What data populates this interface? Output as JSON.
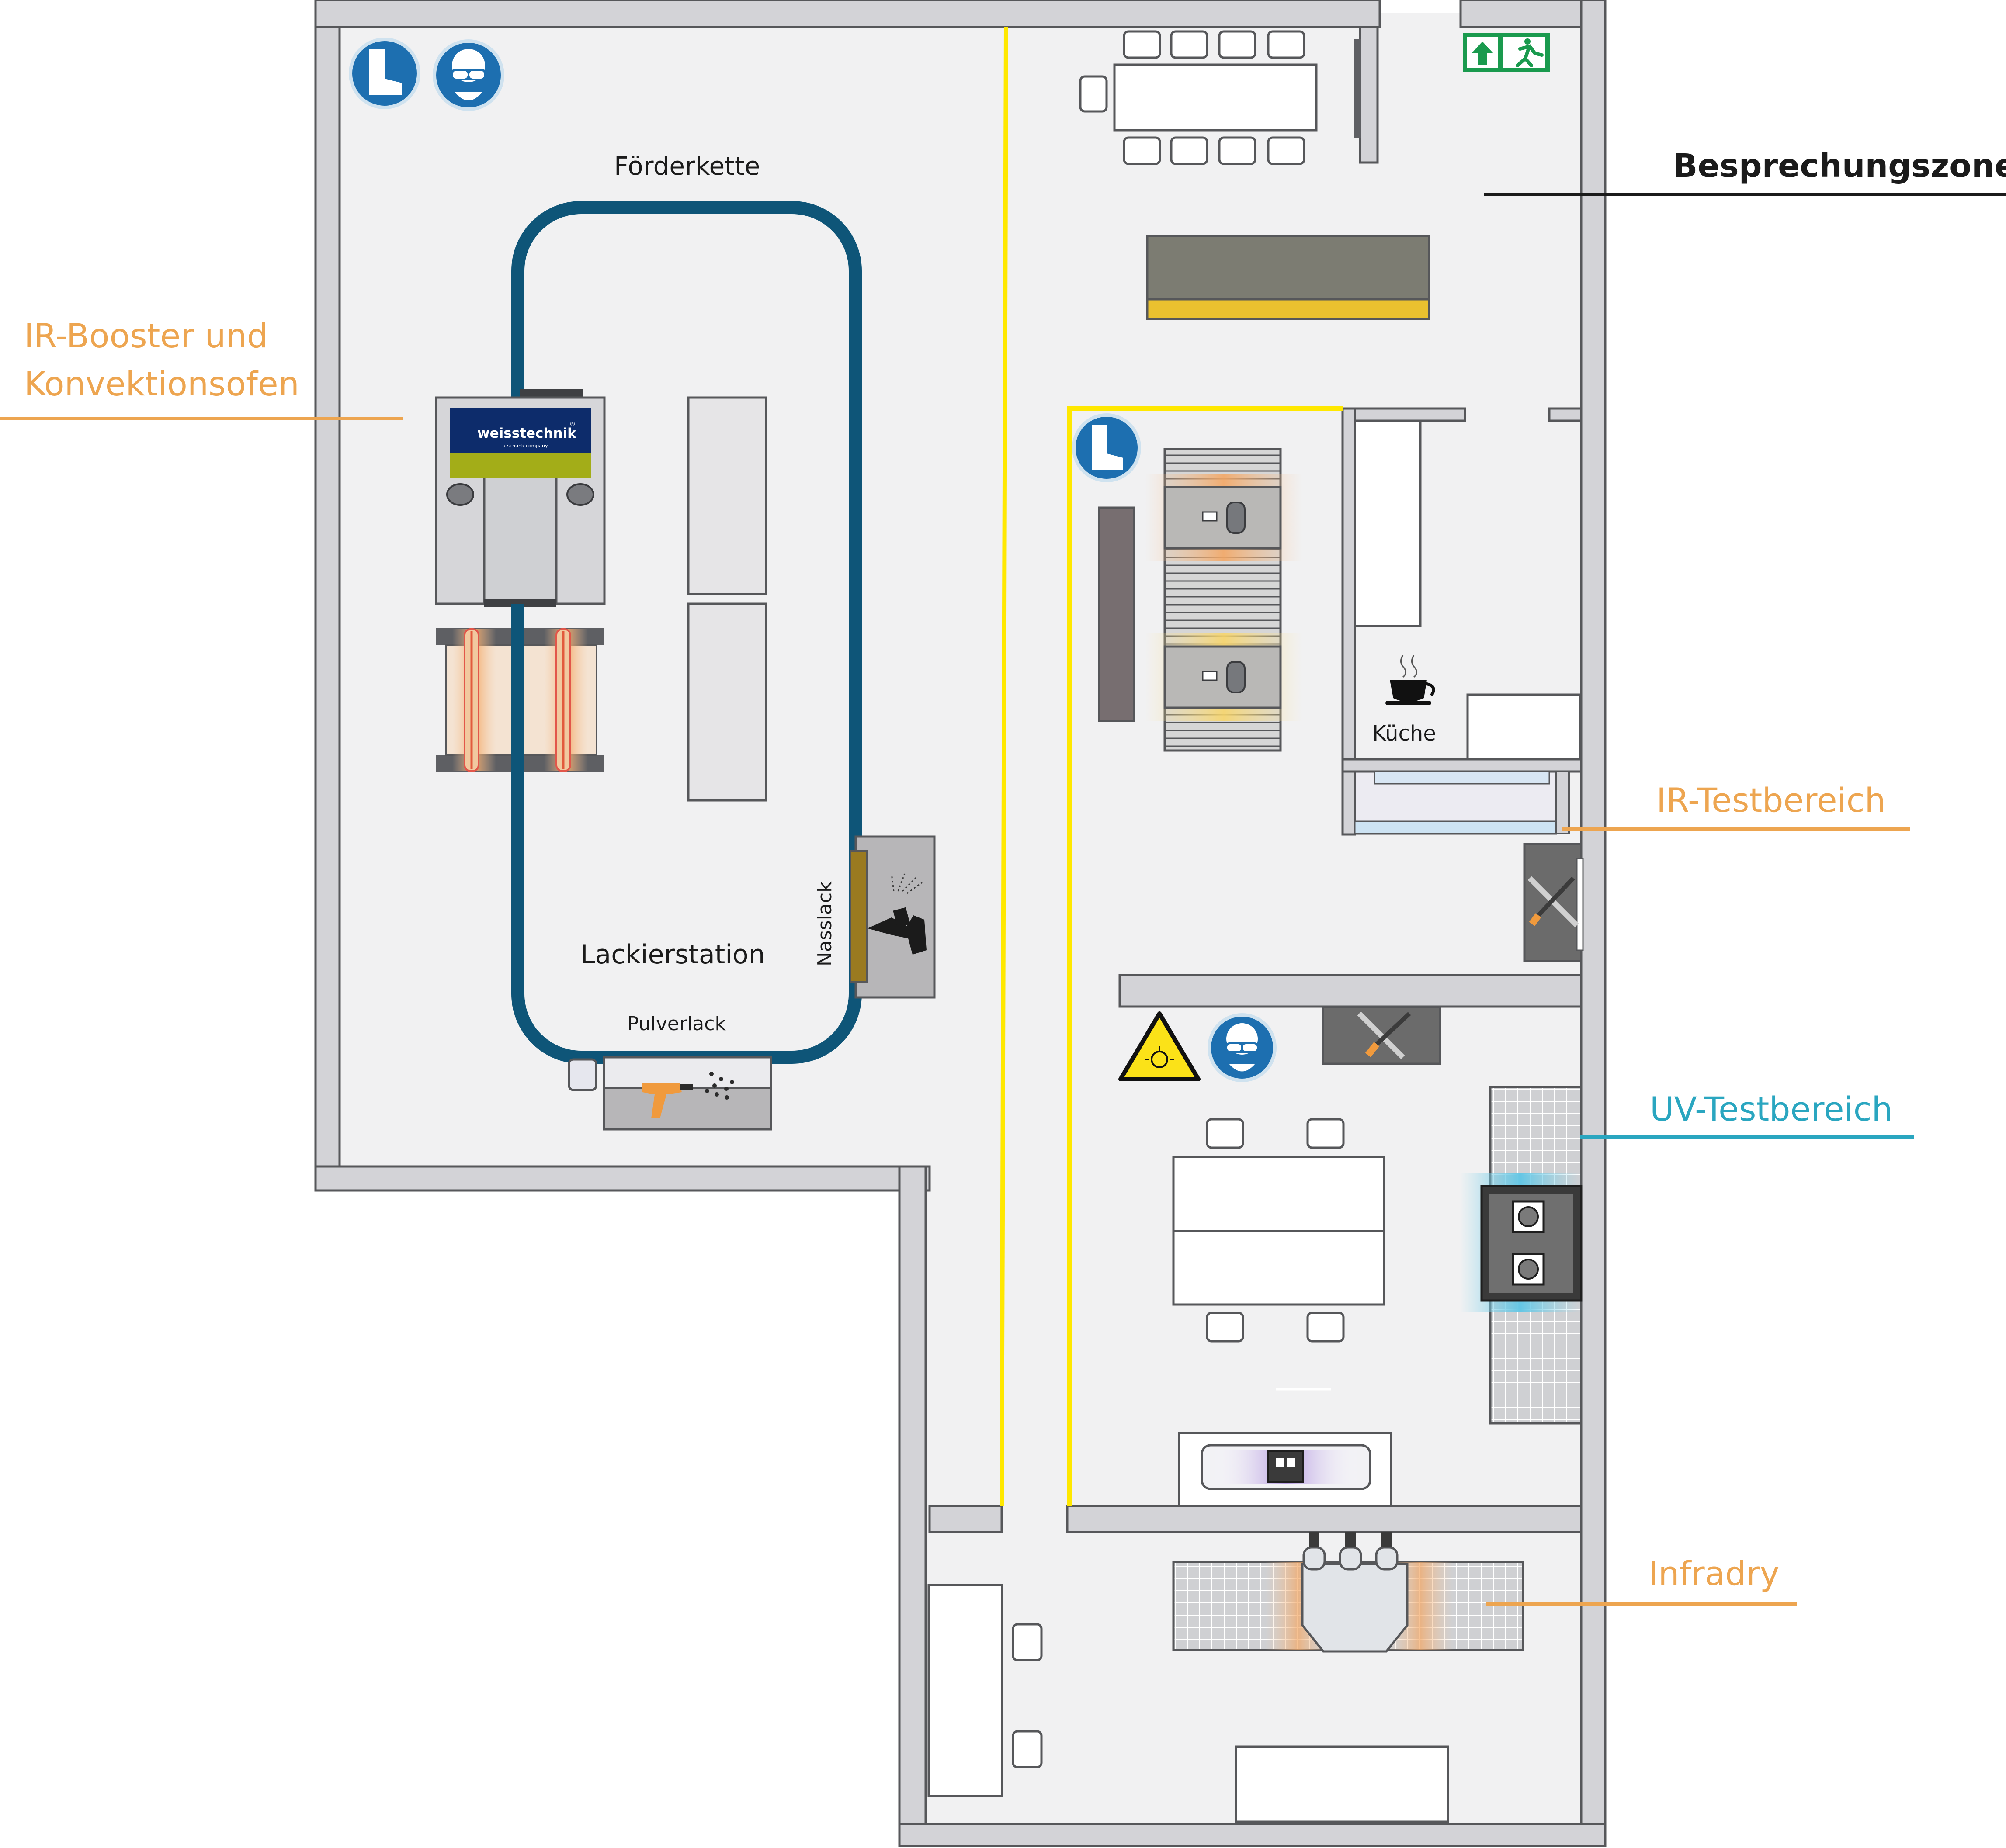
{
  "labels": {
    "besprechungszone": "Besprechungszone",
    "ir_booster_line1": "IR-Booster und",
    "ir_booster_line2": "Konvektionsofen",
    "ir_testbereich": "IR-Testbereich",
    "uv_testbereich": "UV-Testbereich",
    "infradry": "Infradry",
    "foerderkette": "Förderkette",
    "lackierstation": "Lackierstation",
    "pulverlack": "Pulverlack",
    "nasslack": "Nasslack",
    "kueche": "Küche"
  },
  "logo": {
    "brand": "weisstechnik",
    "sub": "a schunk company",
    "reg": "®"
  },
  "colors": {
    "orange_label": "#eda550",
    "teal_label": "#2aa6c0",
    "conveyor": "#0e5578",
    "safety_yellow": "#ffe800",
    "sign_blue": "#1d6fb0",
    "exit_green": "#1a9a4e",
    "wall_fill": "#d3d3d7",
    "floor": "#f1f1f2"
  },
  "icons": [
    "safety-boots-icon",
    "safety-goggles-icon",
    "uv-warning-icon",
    "coffee-cup-icon",
    "tools-icon",
    "emergency-exit-icon",
    "spray-gun-icon",
    "powder-gun-icon"
  ]
}
